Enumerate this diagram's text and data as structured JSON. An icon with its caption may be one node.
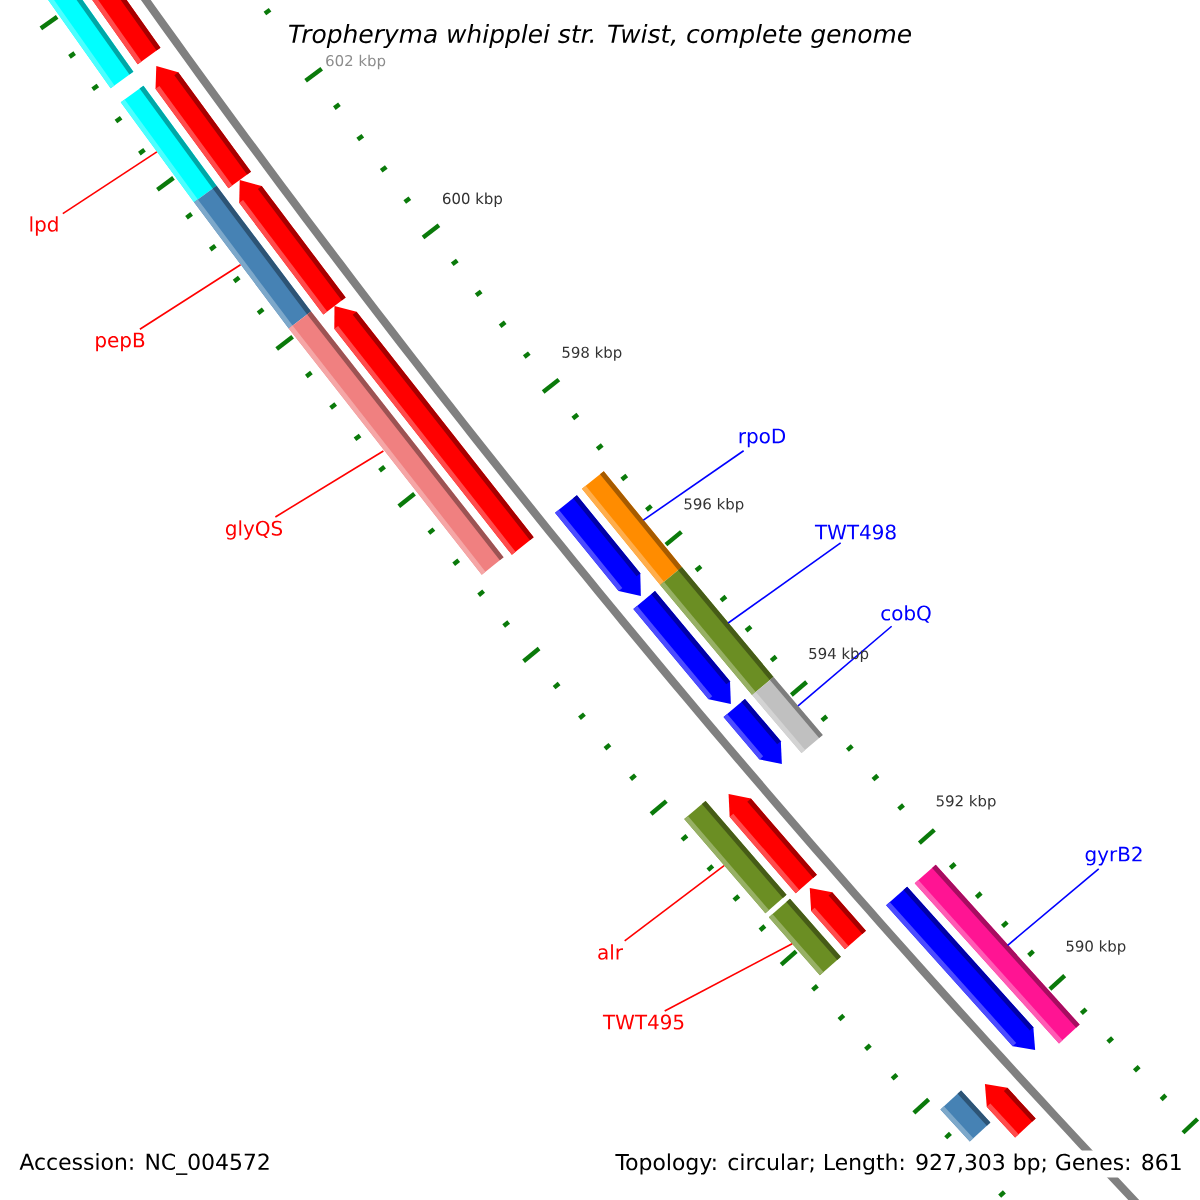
{
  "diagram": {
    "title": "Tropheryma whipplei str. Twist, complete genome",
    "nodes": [
      {
        "text": [
          "lpd"
        ]
      },
      {
        "text": [],
        "shape": "bar"
      },
      {
        "text": [
          "pepB"
        ]
      },
      {
        "text": [],
        "shape": "bar"
      },
      {
        "text": [
          "glyQS"
        ]
      },
      {
        "text": [],
        "shape": "bar"
      },
      {
        "text": [
          "rpoD"
        ]
      },
      {
        "text": [],
        "shape": "bar"
      },
      {
        "text": [
          "TWT498"
        ]
      },
      {
        "text": [],
        "shape": "bar"
      },
      {
        "text": [
          "cobQ"
        ]
      },
      {
        "text": [],
        "shape": "bar"
      },
      {
        "text": [
          "alr"
        ]
      },
      {
        "text": [],
        "shape": "bar"
      },
      {
        "text": [
          "TWT495"
        ]
      },
      {
        "text": [],
        "shape": "bar"
      },
      {
        "text": [
          "gyrB2"
        ]
      },
      {
        "text": [],
        "shape": "bar"
      },
      {
        "text": [],
        "shape": "bar"
      },
      {
        "text": [],
        "shape": "arrow"
      },
      {
        "text": [],
        "shape": "arrow"
      },
      {
        "text": [],
        "shape": "arrow"
      },
      {
        "text": [],
        "shape": "arrow"
      },
      {
        "text": [],
        "shape": "arrow"
      },
      {
        "text": [],
        "shape": "arrow"
      },
      {
        "text": [],
        "shape": "arrow"
      },
      {
        "text": [],
        "shape": "arrow"
      },
      {
        "text": [],
        "shape": "arrow"
      },
      {
        "text": [],
        "shape": "arrow"
      },
      {
        "text": [],
        "shape": "bar"
      },
      {
        "text": [],
        "shape": "arrow"
      }
    ],
    "edges": [
      {
        "from": 0,
        "to": 1,
        "arrow": "none"
      },
      {
        "from": 2,
        "to": 3,
        "arrow": "none"
      },
      {
        "from": 4,
        "to": 5,
        "arrow": "none"
      },
      {
        "from": 6,
        "to": 7,
        "arrow": "none",
        "color": "#0000ff"
      },
      {
        "from": 8,
        "to": 9,
        "arrow": "none",
        "color": "#0000ff"
      },
      {
        "from": 10,
        "to": 11,
        "arrow": "none",
        "color": "#0000ff"
      },
      {
        "from": 12,
        "to": 13,
        "arrow": "none"
      },
      {
        "from": 14,
        "to": 15,
        "arrow": "none"
      },
      {
        "from": 16,
        "to": 17,
        "arrow": "none",
        "color": "#0000ff"
      }
    ],
    "labels": [
      "602 kbp",
      "600 kbp",
      "598 kbp",
      "596 kbp",
      "594 kbp",
      "592 kbp",
      "590 kbp",
      "Accession: NC_004572",
      "Topology: circular; Length: 927,303 bp; Genes: 861"
    ]
  }
}
